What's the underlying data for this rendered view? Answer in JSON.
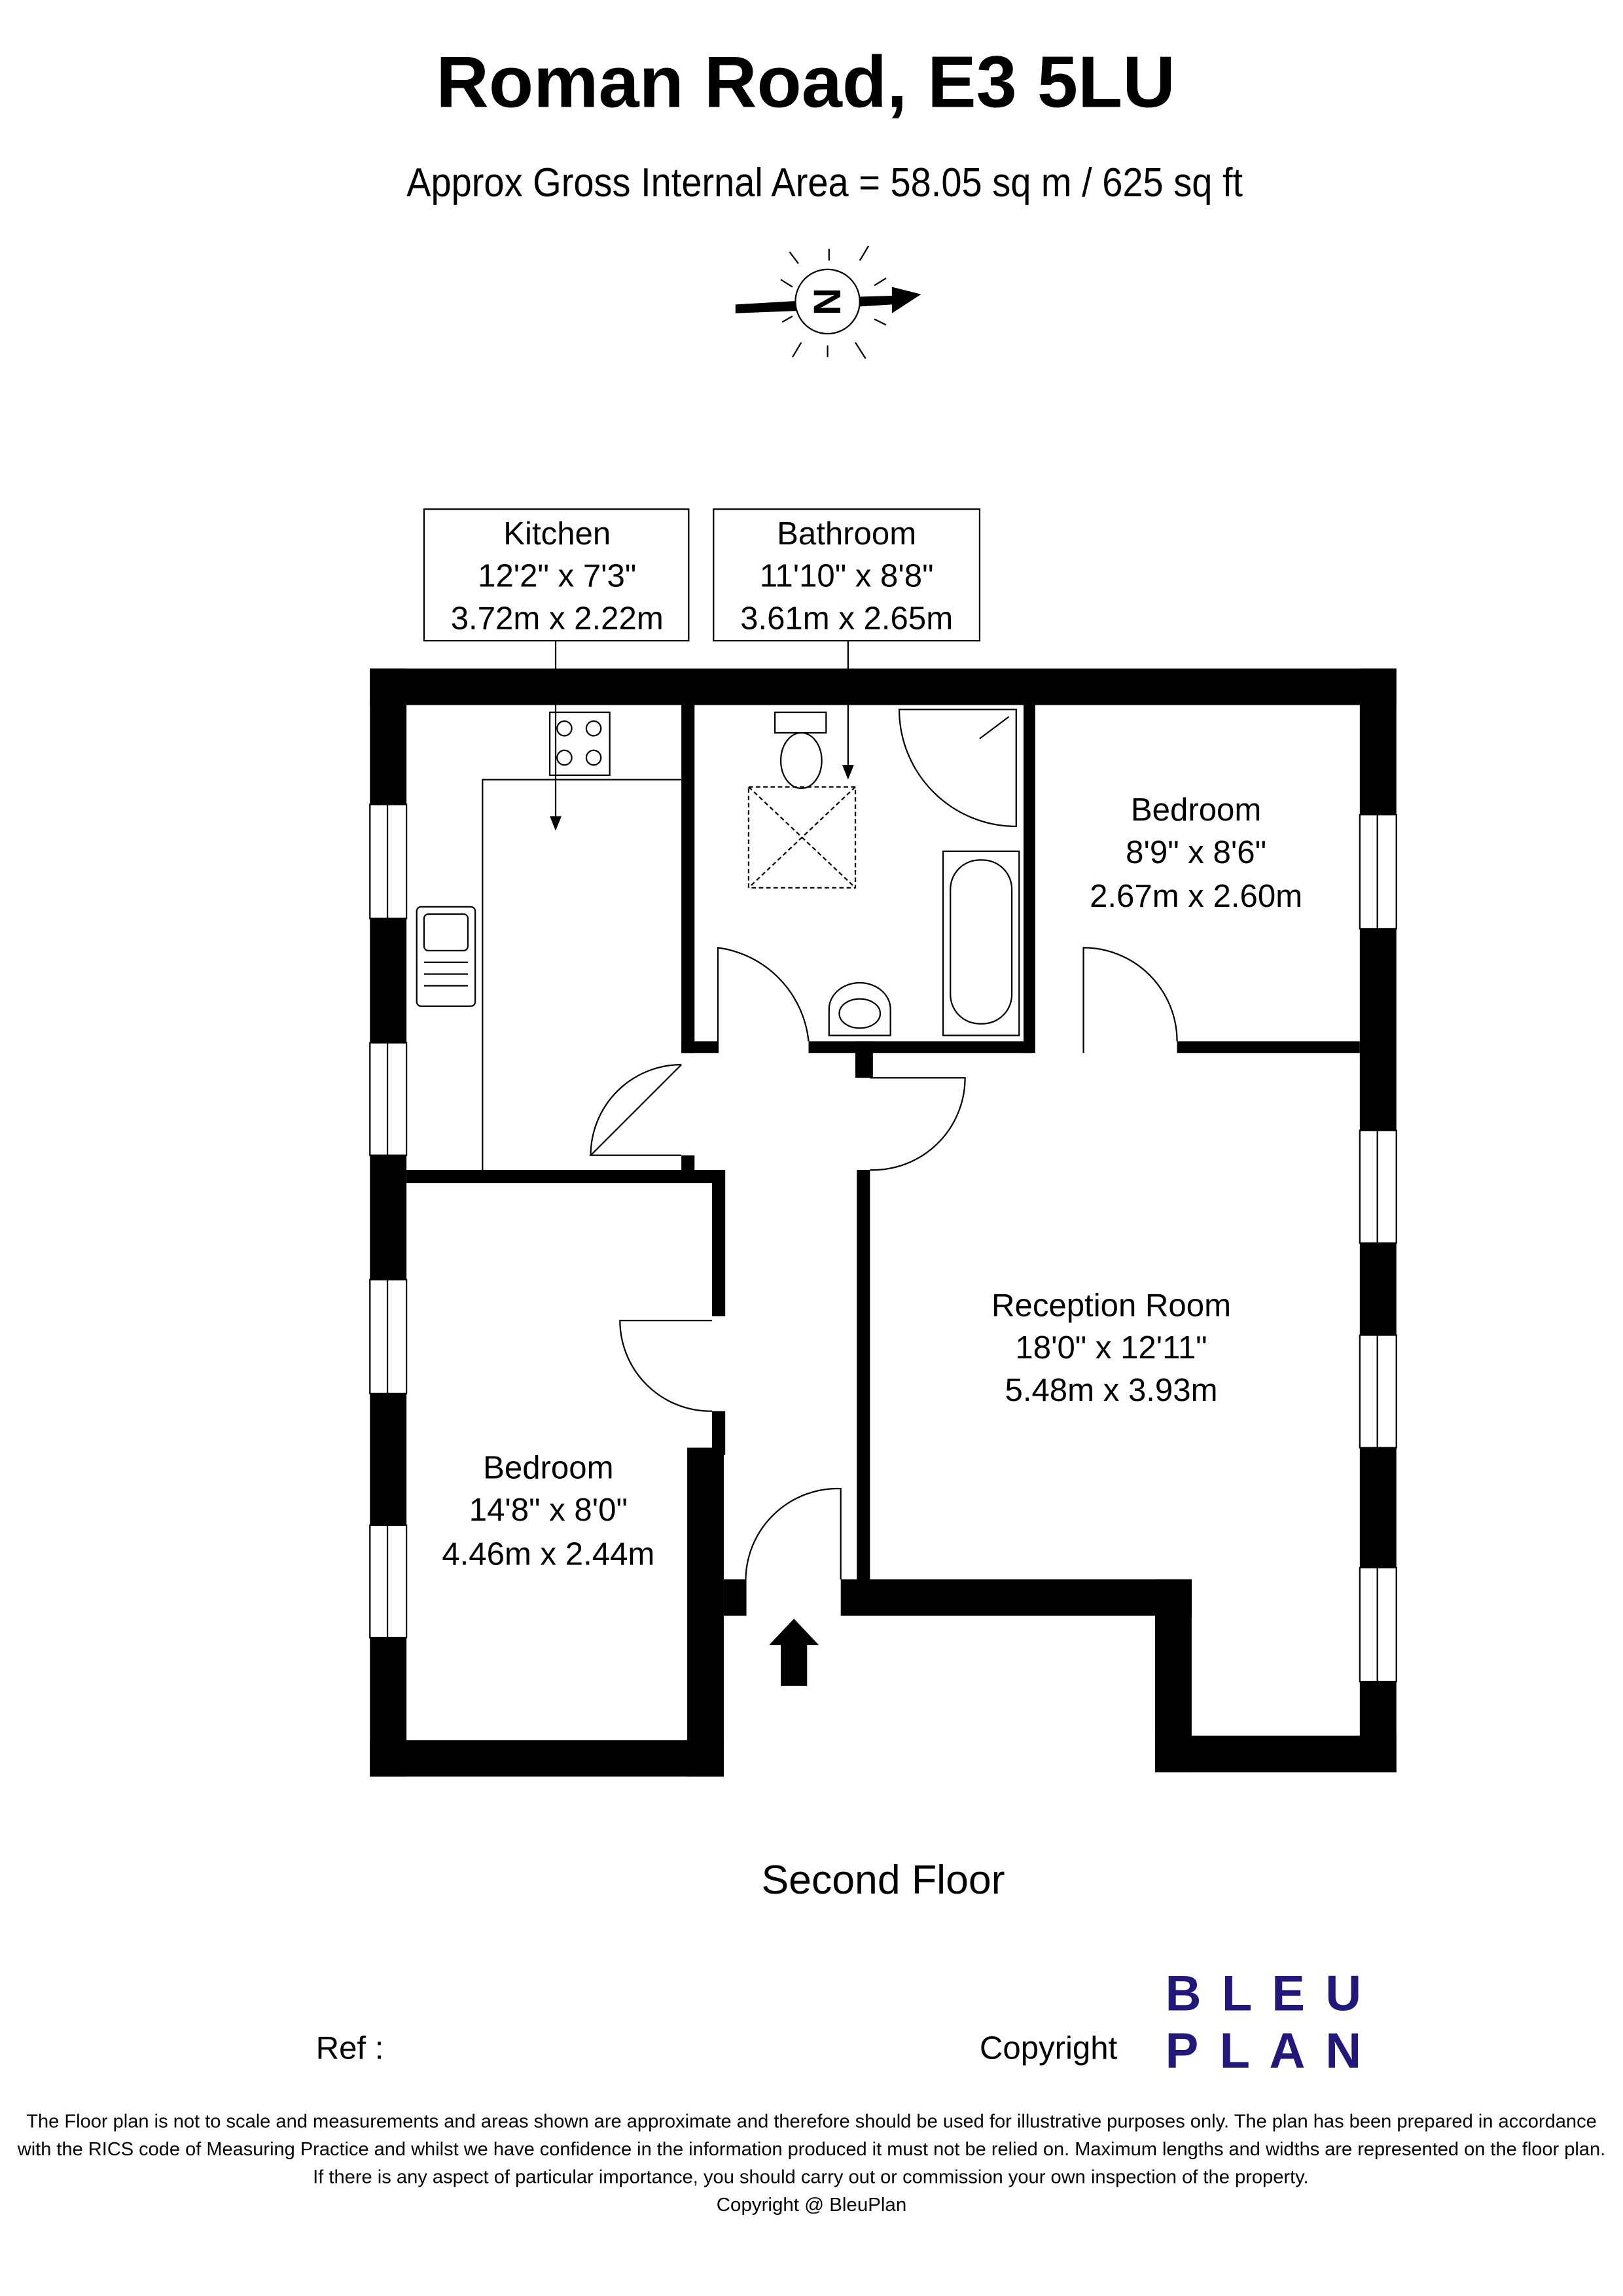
{
  "header": {
    "title": "Roman Road, E3 5LU",
    "area": "Approx Gross Internal Area = 58.05 sq m / 625 sq ft",
    "compass_letter": "N"
  },
  "rooms": {
    "kitchen": {
      "name": "Kitchen",
      "imperial": "12'2\" x 7'3\"",
      "metric": "3.72m x 2.22m"
    },
    "bathroom": {
      "name": "Bathroom",
      "imperial": "11'10\" x 8'8\"",
      "metric": "3.61m x 2.65m"
    },
    "bedroom1": {
      "name": "Bedroom",
      "imperial": "8'9\" x 8'6\"",
      "metric": "2.67m x 2.60m"
    },
    "reception": {
      "name": "Reception Room",
      "imperial": "18'0\" x 12'11\"",
      "metric": "5.48m x 3.93m"
    },
    "bedroom2": {
      "name": "Bedroom",
      "imperial": "14'8\" x 8'0\"",
      "metric": "4.46m x 2.44m"
    }
  },
  "floor_label": "Second Floor",
  "ref_label": "Ref  :",
  "copyright_label": "Copyright",
  "logo": {
    "line1": "B L E U",
    "line2": "P L A N",
    "color": "#22177a"
  },
  "disclaimer": [
    "The Floor plan is not to scale and measurements and areas shown are approximate and therefore should be used for illustrative purposes only. The plan has been prepared in accordance",
    "with the RICS code of Measuring Practice and whilst we have confidence in the information produced it must not be relied on. Maximum lengths and widths are represented on the floor plan.",
    "If there is any aspect of particular importance, you should carry out or commission your own inspection of the property.",
    "Copyright @ BleuPlan"
  ]
}
